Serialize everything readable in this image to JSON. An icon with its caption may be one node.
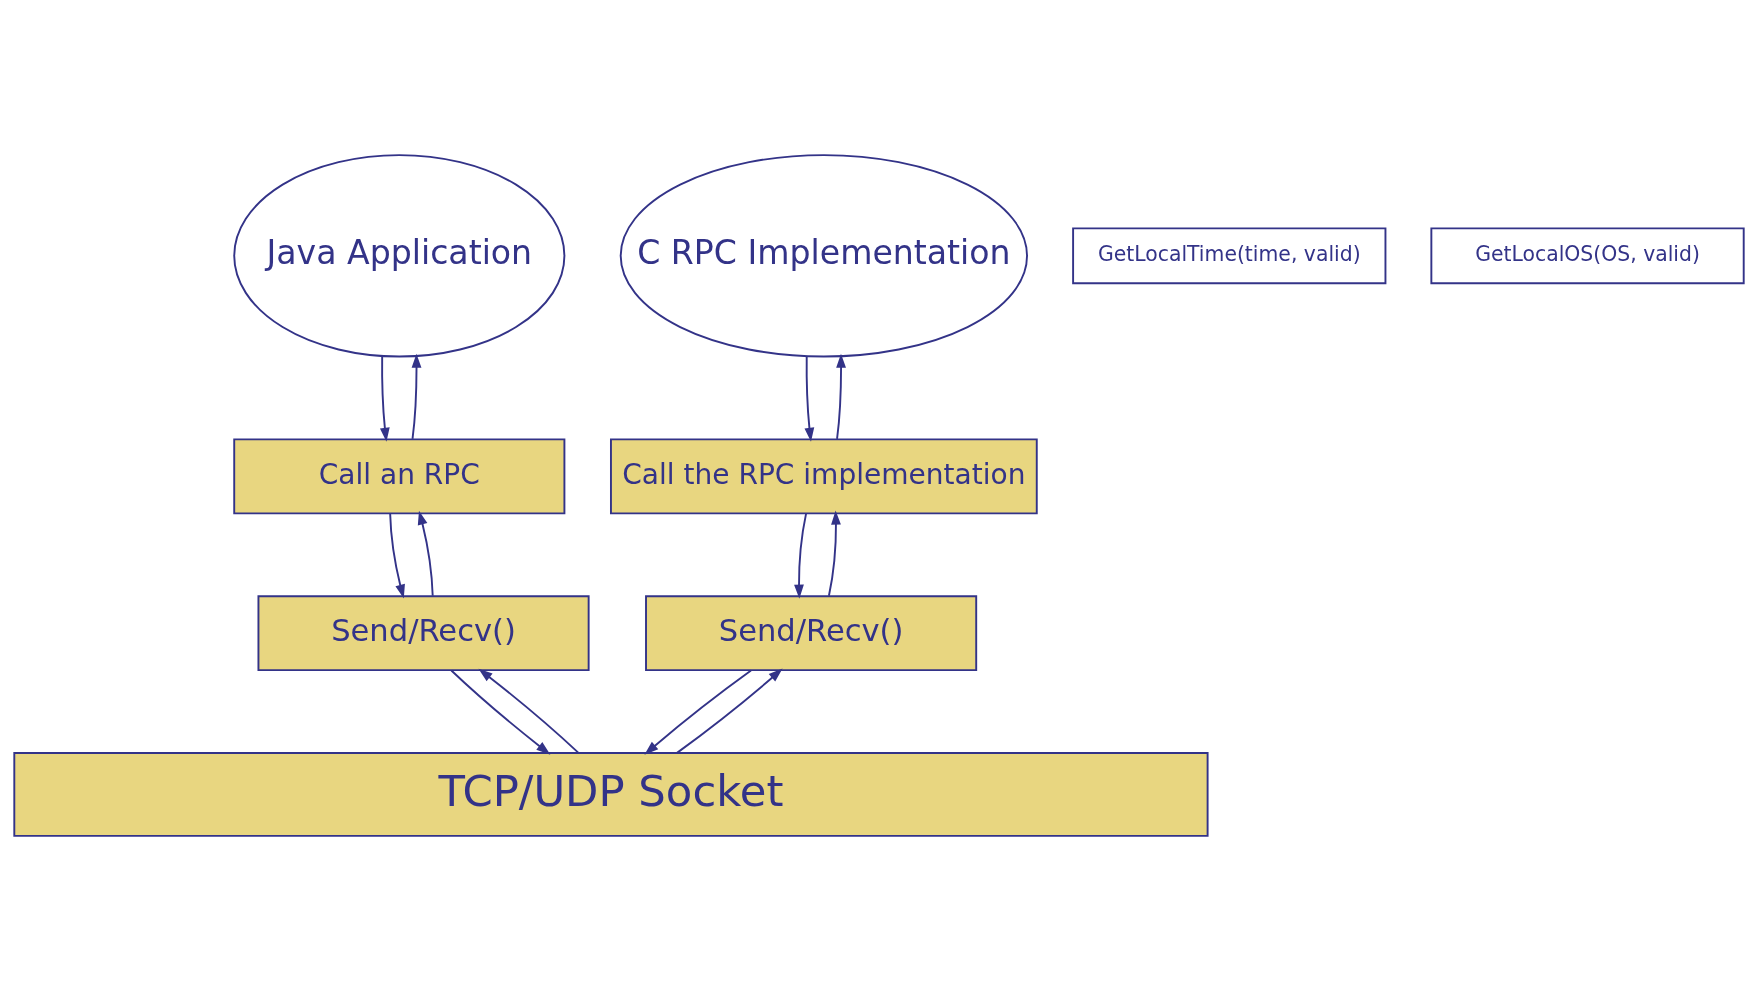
{
  "diagram": {
    "nodes": [
      {
        "text": [
          "Java Application"
        ]
      },
      {
        "text": [
          "C RPC Implementation"
        ]
      },
      {
        "text": [
          "GetLocalTime(time, valid)"
        ]
      },
      {
        "text": [
          "GetLocalOS(OS, valid)"
        ]
      },
      {
        "text": [
          "Call an RPC"
        ]
      },
      {
        "text": [
          "Call the RPC implementation"
        ]
      },
      {
        "text": [
          "Send/Recv()"
        ]
      },
      {
        "text": [
          "Send/Recv()"
        ]
      },
      {
        "text": [
          "TCP/UDP Socket"
        ]
      }
    ],
    "edges": [
      {
        "from": 0,
        "to": 4,
        "arrow": "to"
      },
      {
        "from": 4,
        "to": 0,
        "arrow": "to"
      },
      {
        "from": 1,
        "to": 5,
        "arrow": "to"
      },
      {
        "from": 5,
        "to": 1,
        "arrow": "to"
      },
      {
        "from": 4,
        "to": 6,
        "arrow": "to"
      },
      {
        "from": 6,
        "to": 4,
        "arrow": "to"
      },
      {
        "from": 7,
        "to": 5,
        "arrow": "to"
      },
      {
        "from": 5,
        "to": 7,
        "arrow": "to"
      },
      {
        "from": 6,
        "to": 8,
        "arrow": "to"
      },
      {
        "from": 8,
        "to": 6,
        "arrow": "to"
      },
      {
        "from": 8,
        "to": 7,
        "arrow": "to"
      },
      {
        "from": 7,
        "to": 8,
        "arrow": "to"
      }
    ]
  }
}
